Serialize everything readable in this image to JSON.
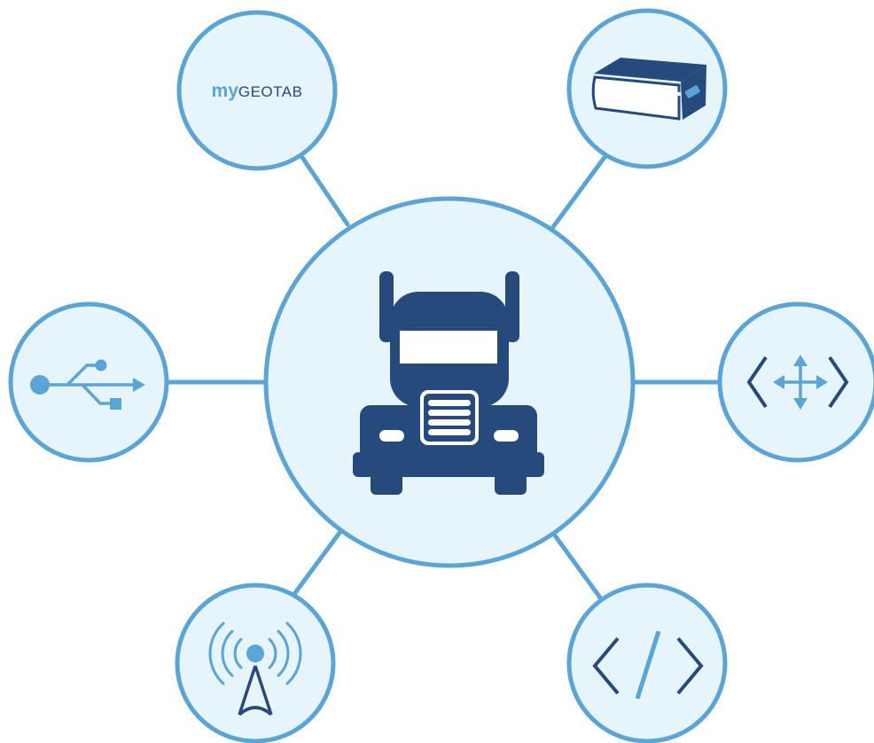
{
  "colors": {
    "accent": "#5aa4d6",
    "dark": "#274a7d",
    "fill": "#e6f4fb",
    "background": "#ffffff"
  },
  "hub": {
    "icon": "truck-icon"
  },
  "nodes": [
    {
      "id": "mygeotab",
      "icon": "mygeotab-logo",
      "logo_prefix": "my",
      "logo_name": "GEOTAB"
    },
    {
      "id": "device",
      "icon": "telematics-device-icon"
    },
    {
      "id": "usb",
      "icon": "usb-icon"
    },
    {
      "id": "network",
      "icon": "network-expand-icon"
    },
    {
      "id": "wireless",
      "icon": "antenna-icon"
    },
    {
      "id": "code",
      "icon": "code-icon"
    }
  ]
}
